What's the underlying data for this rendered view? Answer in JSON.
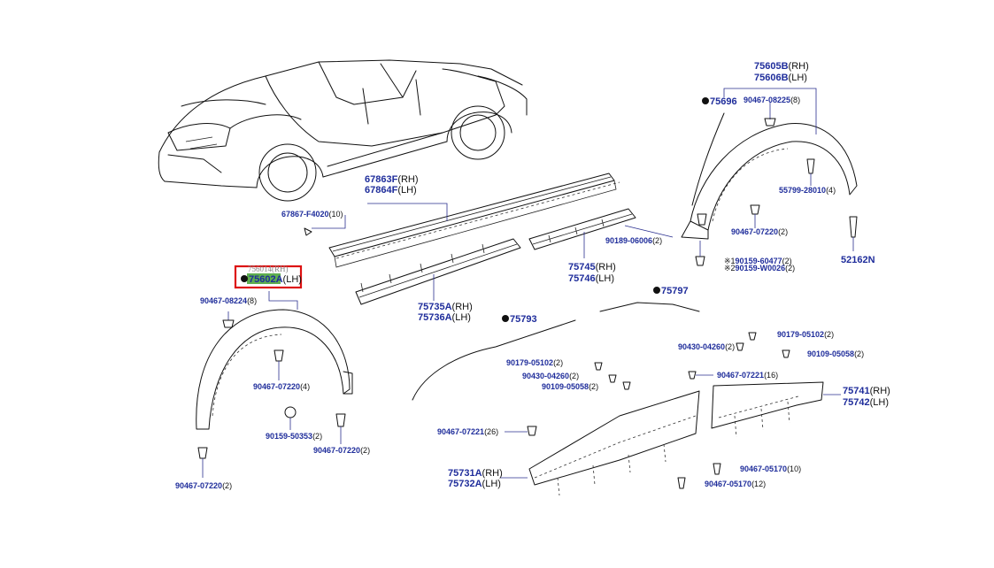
{
  "highlight": {
    "color_border": "#dd1111",
    "color_fill": "#5fae4f"
  },
  "labels": {
    "l_67863F": "67863F",
    "l_67863F_s": "(RH)",
    "l_67864F": "67864F",
    "l_67864F_s": "(LH)",
    "l_67867": "67867-F4020",
    "l_67867_s": "(10)",
    "l_75605B": "75605B",
    "l_75605B_s": "(RH)",
    "l_75606B": "75606B",
    "l_75606B_s": "(LH)",
    "l_75696": "75696",
    "l_90467_08225": "90467-08225",
    "l_90467_08225_s": "(8)",
    "l_55799": "55799-28010",
    "l_55799_s": "(4)",
    "l_90467_07220_r": "90467-07220",
    "l_90467_07220_r_s": "(2)",
    "l_90189": "90189-06006",
    "l_90189_s": "(2)",
    "l_52162N": "52162N",
    "l_90159_60477_p": "※1",
    "l_90159_60477": "90159-60477",
    "l_90159_60477_s": "(2)",
    "l_90159_W0026_p": "※2",
    "l_90159_W0026": "90159-W0026",
    "l_90159_W0026_s": "(2)",
    "l_75601A_partial": "756014",
    "l_75601A_partial_s": "(RH)",
    "l_75602A": "75602A",
    "l_75602A_s": "(LH)",
    "l_90467_08224": "90467-08224",
    "l_90467_08224_s": "(8)",
    "l_75745": "75745",
    "l_75745_s": "(RH)",
    "l_75746": "75746",
    "l_75746_s": "(LH)",
    "l_75797": "75797",
    "l_75735A": "75735A",
    "l_75735A_s": "(RH)",
    "l_75736A": "75736A",
    "l_75736A_s": "(LH)",
    "l_75793": "75793",
    "l_90467_07220_a": "90467-07220",
    "l_90467_07220_a_s": "(4)",
    "l_90159_50353": "90159-50353",
    "l_90159_50353_s": "(2)",
    "l_90467_07220_b": "90467-07220",
    "l_90467_07220_b_s": "(2)",
    "l_90467_07220_c": "90467-07220",
    "l_90467_07220_c_s": "(2)",
    "l_90179_05102_l": "90179-05102",
    "l_90179_05102_l_s": "(2)",
    "l_90430_04260_l": "90430-04260",
    "l_90430_04260_l_s": "(2)",
    "l_90109_05058_l": "90109-05058",
    "l_90109_05058_l_s": "(2)",
    "l_90467_07221_26": "90467-07221",
    "l_90467_07221_26_s": "(26)",
    "l_75731A": "75731A",
    "l_75731A_s": "(RH)",
    "l_75732A": "75732A",
    "l_75732A_s": "(LH)",
    "l_90179_05102_r": "90179-05102",
    "l_90179_05102_r_s": "(2)",
    "l_90430_04260_r": "90430-04260",
    "l_90430_04260_r_s": "(2)",
    "l_90109_05058_r": "90109-05058",
    "l_90109_05058_r_s": "(2)",
    "l_90467_07221_16": "90467-07221",
    "l_90467_07221_16_s": "(16)",
    "l_75741": "75741",
    "l_75741_s": "(RH)",
    "l_75742": "75742",
    "l_75742_s": "(LH)",
    "l_90467_05170_10": "90467-05170",
    "l_90467_05170_10_s": "(10)",
    "l_90467_05170_12": "90467-05170",
    "l_90467_05170_12_s": "(12)"
  }
}
